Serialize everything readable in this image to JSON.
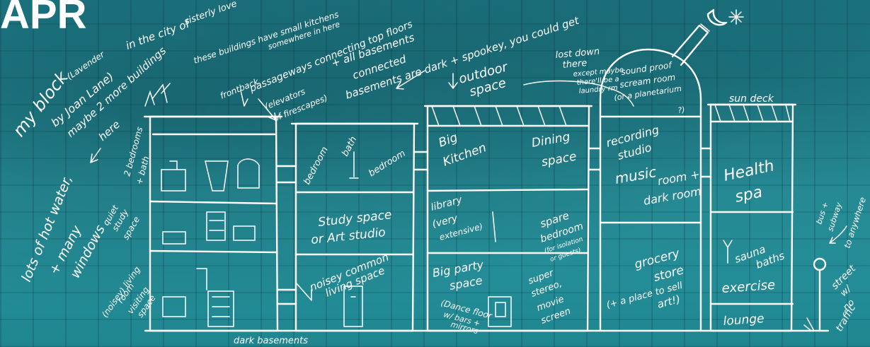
{
  "header": {
    "title": "APR"
  },
  "left_notes": {
    "my_block": "my block",
    "lavender": "(Lavender",
    "by_joan_lane": "by Joan Lane)",
    "city_line1": "in the city of",
    "city_line2": "sisterly love",
    "maybe_more_line1": "maybe 2 more buildings",
    "maybe_more_line2": "here",
    "hot_water_line1": "lots of hot water,",
    "hot_water_line2": "+ many",
    "hot_water_line3": "windows"
  },
  "top_notes": {
    "small_kitchens_line1": "these buildings have small kitchens",
    "small_kitchens_line2": "somewhere in here",
    "frontback": "frontback",
    "passageways": "passageways connecting top floors",
    "elevators": "(elevators",
    "firescapes": "of firescapes)",
    "basements_connected_line1": "+ all basements",
    "basements_connected_line2": "connected",
    "basements_dark": "basements are dark + spookey, you could get",
    "lost_down_line1": "lost down",
    "lost_down_line2": "there",
    "except_maybe_line1": "except maybe",
    "except_maybe_line2": "there'll be a",
    "except_maybe_line3": "laundry rm",
    "outdoor_line1": "outdoor",
    "outdoor_line2": "space",
    "dark_basements": "dark basements"
  },
  "buildings": {
    "b1": {
      "bedrooms": "2 bedrooms",
      "bath": "+ bath",
      "quiet_line1": "quiet",
      "quiet_line2": "study",
      "quiet_line3": "space",
      "living_line1": "(noisey) living",
      "living_line2": "room",
      "living_line3": "visiting",
      "living_line4": "space"
    },
    "b2": {
      "bedroom": "bedroom",
      "bath": "bath",
      "bedroom2": "bedroom",
      "study_line1": "Study space",
      "study_line2": "or Art studio",
      "common_line1": "noisey common",
      "common_line2": "living space"
    },
    "b3": {
      "kitchen_line1": "Big",
      "kitchen_line2": "Kitchen",
      "dining_line1": "Dining",
      "dining_line2": "space",
      "library_line1": "library",
      "library_line2": "(very",
      "library_line3": "extensive)",
      "spare_line1": "spare",
      "spare_line2": "bedroom",
      "spare_line3": "(for isolation",
      "spare_line4": "or guests)",
      "party_line1": "Big party",
      "party_line2": "space",
      "dance_line1": "(Dance floor",
      "dance_line2": "w/ bars +",
      "dance_line3": "mirrors",
      "stereo_line1": "super",
      "stereo_line2": "stereo,",
      "stereo_line3": "movie",
      "stereo_line4": "screen"
    },
    "b4": {
      "scream_line1": "sound proof",
      "scream_line2": "scream room",
      "scream_line3": "(or a planetarium",
      "scream_line4": "?)",
      "recording_line1": "recording",
      "recording_line2": "studio",
      "music_line1": "music",
      "music_line2": "room +",
      "music_line3": "dark room",
      "grocery_line1": "grocery",
      "grocery_line2": "store",
      "grocery_line3": "(+ a place to sell",
      "grocery_line4": "art!)"
    },
    "b5": {
      "sundeck": "sun deck",
      "health_line1": "Health",
      "health_line2": "spa",
      "sauna_line1": "sauna",
      "sauna_line2": "baths",
      "exercise": "exercise",
      "lounge": "lounge"
    }
  },
  "right_notes": {
    "bus_line1": "bus +",
    "bus_line2": "subway",
    "bus_line3": "to anywhere",
    "street_line1": "street",
    "street_line2": "w/",
    "street_line3": "no",
    "street_line4": "traffic"
  }
}
